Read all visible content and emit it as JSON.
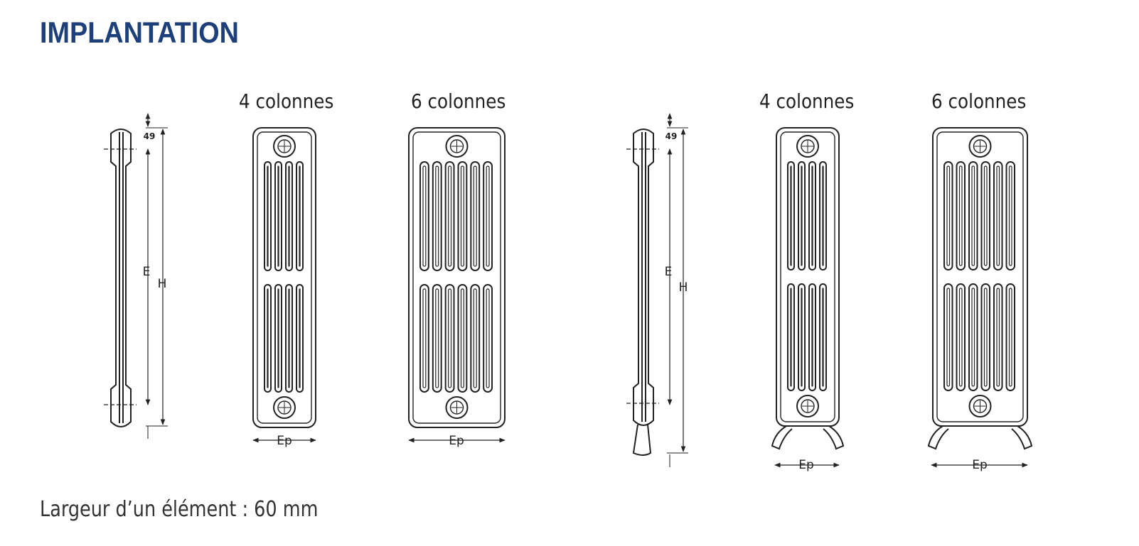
{
  "title": "IMPLANTATION",
  "labels": {
    "col4_a": "4 colonnes",
    "col6_a": "6 colonnes",
    "col4_b": "4 colonnes",
    "col6_b": "6 colonnes"
  },
  "dimensions": {
    "top_offset": "49",
    "e": "E",
    "h": "H",
    "ep": "Ep"
  },
  "footer": "Largeur d’un élément : 60 mm",
  "colors": {
    "title": "#1d3f7a",
    "line": "#222222"
  }
}
